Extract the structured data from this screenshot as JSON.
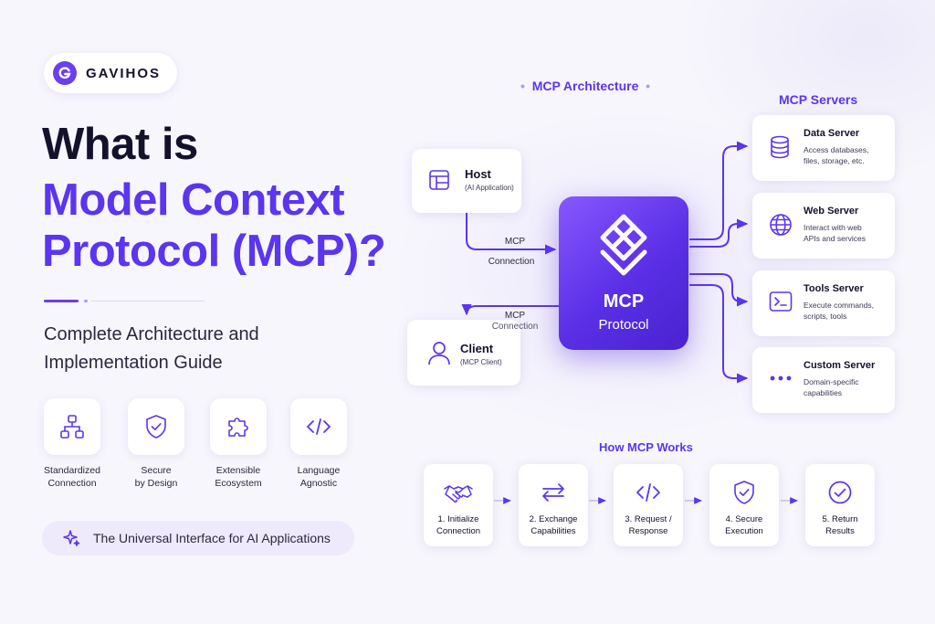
{
  "brand": {
    "name": "GAVIHOS"
  },
  "headline": {
    "line1": "What is",
    "line2": "Model Context",
    "line3": "Protocol (MCP)?"
  },
  "subtitle": {
    "line1": "Complete Architecture and",
    "line2": "Implementation Guide"
  },
  "features": [
    {
      "icon": "hierarchy-icon",
      "label_line1": "Standardized",
      "label_line2": "Connection"
    },
    {
      "icon": "shield-check-icon",
      "label_line1": "Secure",
      "label_line2": "by Design"
    },
    {
      "icon": "puzzle-icon",
      "label_line1": "Extensible",
      "label_line2": "Ecosystem"
    },
    {
      "icon": "code-icon",
      "label_line1": "Language",
      "label_line2": "Agnostic"
    }
  ],
  "tagline": "The Universal Interface for AI Applications",
  "architecture": {
    "title": "MCP Architecture",
    "host": {
      "title": "Host",
      "subtitle": "(AI Application)"
    },
    "client": {
      "title": "Client",
      "subtitle": "(MCP Client)"
    },
    "host_connection": {
      "line1": "MCP",
      "line2": "Connection"
    },
    "client_connection": {
      "line1": "MCP",
      "line2": "Connection"
    },
    "hub": {
      "title": "MCP",
      "subtitle": "Protocol"
    },
    "servers_title": "MCP Servers",
    "servers": [
      {
        "icon": "database-icon",
        "title": "Data Server",
        "desc_line1": "Access databases,",
        "desc_line2": "files, storage, etc."
      },
      {
        "icon": "globe-icon",
        "title": "Web Server",
        "desc_line1": "Interact with web",
        "desc_line2": "APIs and services"
      },
      {
        "icon": "terminal-icon",
        "title": "Tools Server",
        "desc_line1": "Execute commands,",
        "desc_line2": "scripts, tools"
      },
      {
        "icon": "ellipsis-icon",
        "title": "Custom Server",
        "desc_line1": "Domain-specific",
        "desc_line2": "capabilities"
      }
    ]
  },
  "how_it_works": {
    "title": "How MCP Works",
    "steps": [
      {
        "icon": "handshake-icon",
        "line1": "1. Initialize",
        "line2": "Connection"
      },
      {
        "icon": "swap-arrows-icon",
        "line1": "2. Exchange",
        "line2": "Capabilities"
      },
      {
        "icon": "code-icon",
        "line1": "3. Request /",
        "line2": "Response"
      },
      {
        "icon": "shield-check-icon",
        "line1": "4. Secure",
        "line2": "Execution"
      },
      {
        "icon": "check-circle-icon",
        "line1": "5. Return",
        "line2": "Results"
      }
    ]
  },
  "colors": {
    "accent": "#5b35ef",
    "accent_light": "#a99cf4",
    "text_dark": "#14122b",
    "background": "#f7f6fc"
  }
}
